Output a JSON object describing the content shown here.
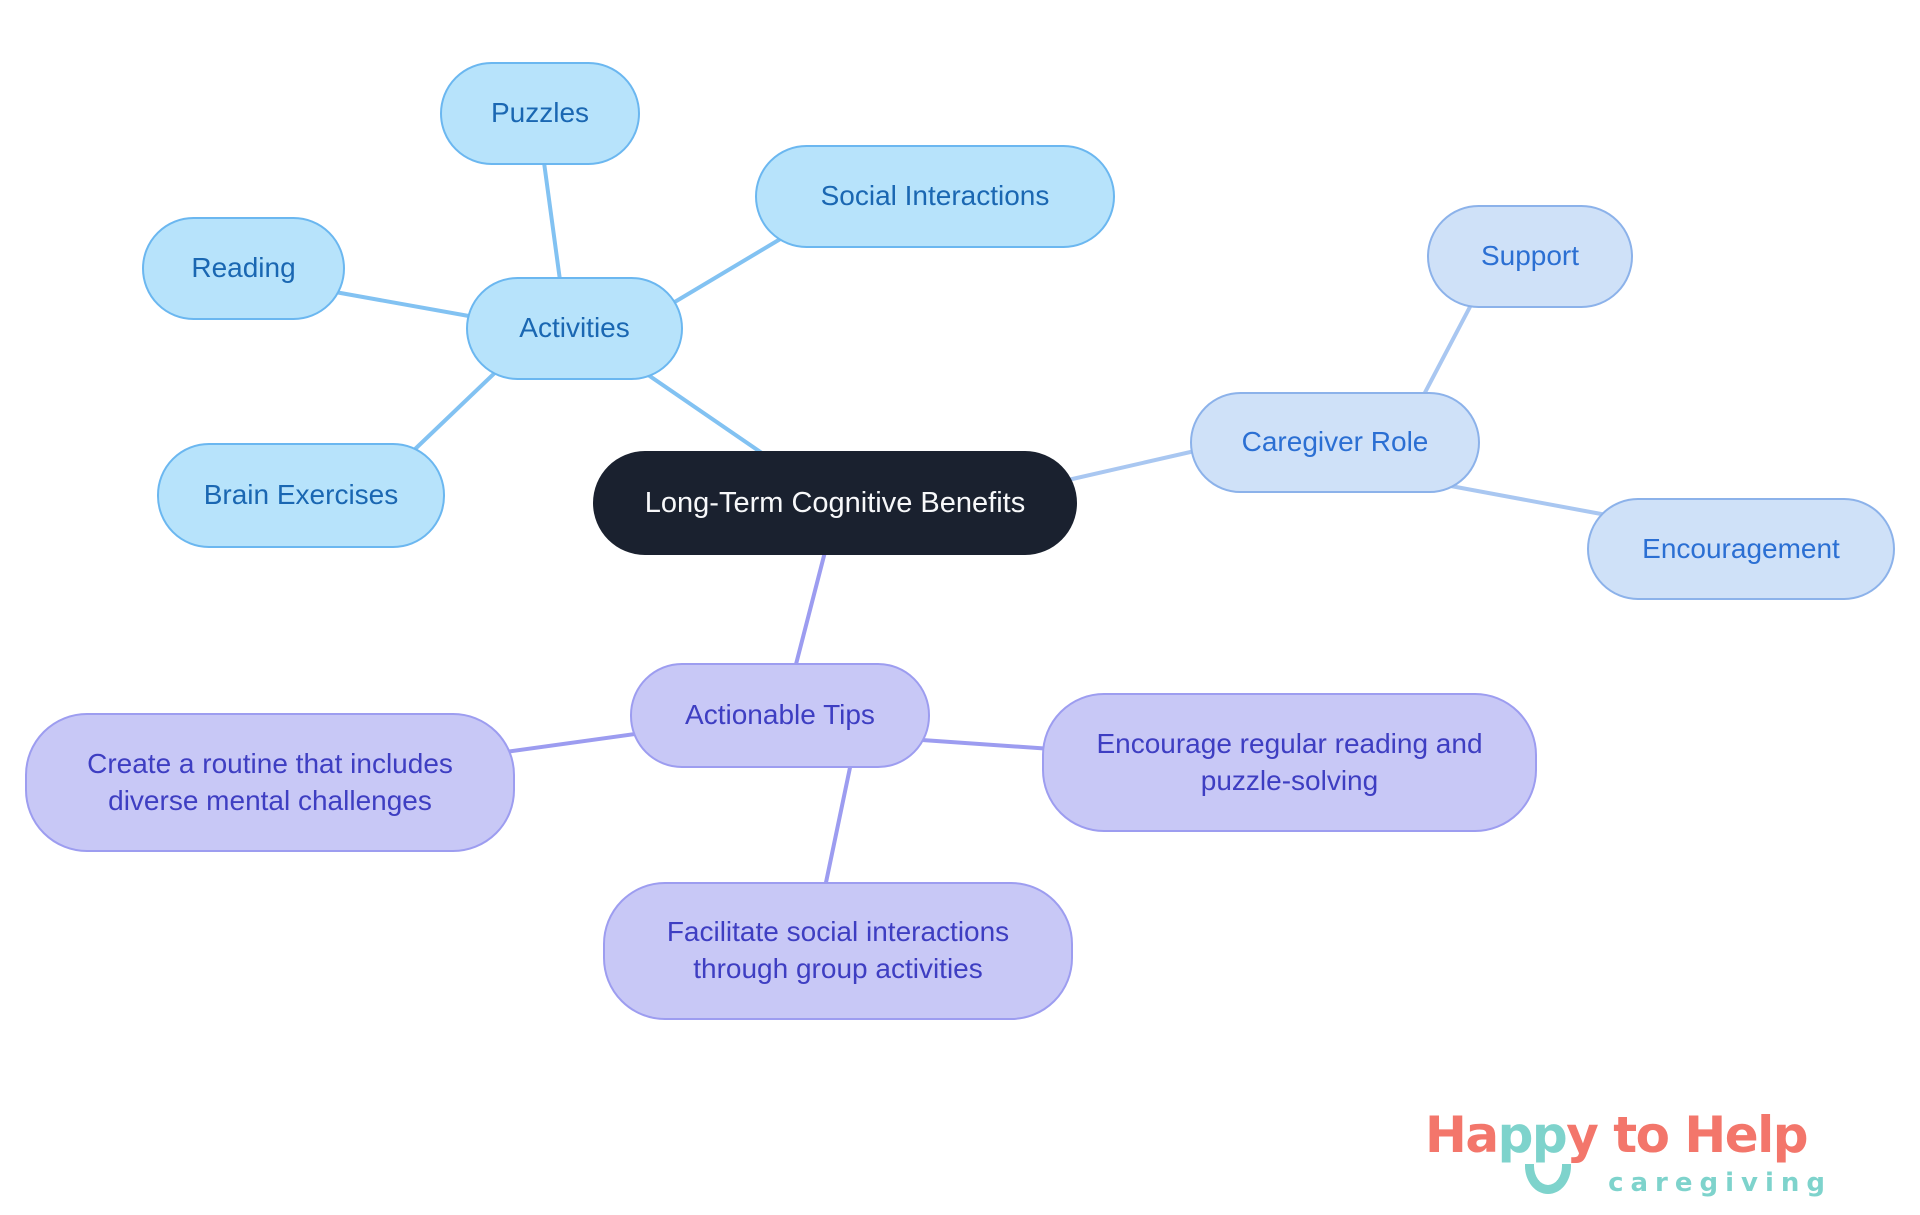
{
  "diagram": {
    "type": "mindmap",
    "central": {
      "id": "central",
      "label": "Long-Term Cognitive Benefits"
    },
    "branches": [
      {
        "id": "activities",
        "label": "Activities",
        "children": [
          {
            "id": "puzzles",
            "label": "Puzzles"
          },
          {
            "id": "reading",
            "label": "Reading"
          },
          {
            "id": "social-interactions",
            "label": "Social Interactions"
          },
          {
            "id": "brain-exercises",
            "label": "Brain Exercises"
          }
        ]
      },
      {
        "id": "caregiver-role",
        "label": "Caregiver Role",
        "children": [
          {
            "id": "support",
            "label": "Support"
          },
          {
            "id": "encouragement",
            "label": "Encouragement"
          }
        ]
      },
      {
        "id": "actionable-tips",
        "label": "Actionable Tips",
        "children": [
          {
            "id": "tip-routine",
            "label": "Create a routine that includes diverse mental challenges"
          },
          {
            "id": "tip-reading",
            "label": "Encourage regular reading and puzzle-solving"
          },
          {
            "id": "tip-social",
            "label": "Facilitate social interactions through group activities"
          }
        ]
      }
    ],
    "edges": [
      {
        "from": "activities",
        "to": "puzzles"
      },
      {
        "from": "activities",
        "to": "reading"
      },
      {
        "from": "activities",
        "to": "social-interactions"
      },
      {
        "from": "activities",
        "to": "brain-exercises"
      },
      {
        "from": "central",
        "to": "activities"
      },
      {
        "from": "central",
        "to": "caregiver-role"
      },
      {
        "from": "caregiver-role",
        "to": "support"
      },
      {
        "from": "caregiver-role",
        "to": "encouragement"
      },
      {
        "from": "central",
        "to": "actionable-tips"
      },
      {
        "from": "actionable-tips",
        "to": "tip-routine"
      },
      {
        "from": "actionable-tips",
        "to": "tip-reading"
      },
      {
        "from": "actionable-tips",
        "to": "tip-social"
      }
    ]
  },
  "colors": {
    "background": "#ffffff",
    "central_node_bg": "#1a212f",
    "central_node_text": "#f7f8fa",
    "activities_fill": "#b7e3fb",
    "activities_border": "#6bb7f0",
    "activities_text": "#1a67b2",
    "activities_edge": "#82c2f2",
    "caregiver_fill": "#cfe1f8",
    "caregiver_border": "#8cb2ea",
    "caregiver_text": "#2b6fd3",
    "caregiver_edge": "#a9c7f1",
    "tips_fill": "#c8c8f6",
    "tips_border": "#9d9df0",
    "tips_text": "#3e3ec2",
    "tips_edge": "#9c9cf0",
    "logo_coral": "#f3766b",
    "logo_teal": "#7ed3cc"
  },
  "logo": {
    "wordmark": {
      "segments": [
        {
          "text": "Ha",
          "color": "coral"
        },
        {
          "text": "pp",
          "color": "teal"
        },
        {
          "text": "y to Help",
          "color": "coral"
        }
      ]
    },
    "tagline": "caregiving"
  }
}
